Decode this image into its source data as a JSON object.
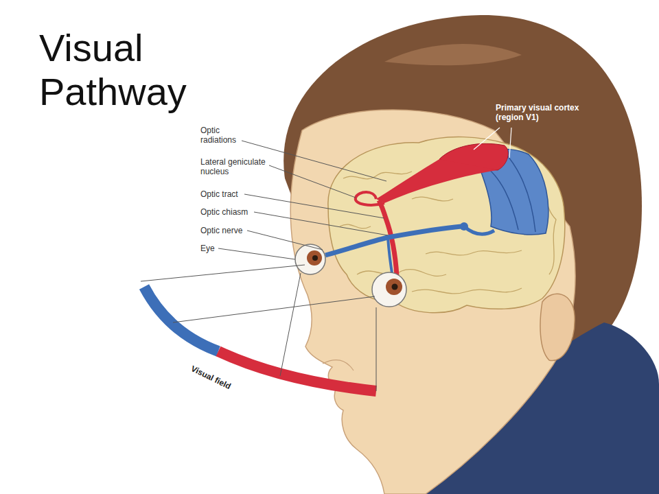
{
  "diagram": {
    "title": "Visual Pathway",
    "labels": [
      "Primary visual cortex (region V1)",
      "Optic radiations",
      "Lateral geniculate nucleus",
      "Optic tract",
      "Optic chiasm",
      "Optic nerve",
      "Eye",
      "Visual field"
    ]
  }
}
